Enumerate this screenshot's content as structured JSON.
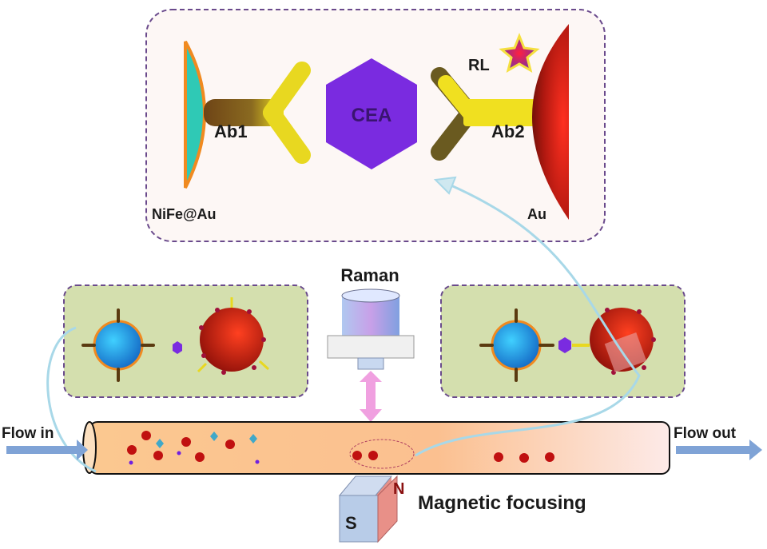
{
  "labels": {
    "nife_au": "NiFe@Au",
    "ab1": "Ab1",
    "cea": "CEA",
    "ab2": "Ab2",
    "rl": "RL",
    "au": "Au",
    "raman": "Raman",
    "flow_in": "Flow in",
    "flow_out": "Flow out",
    "magnetic_focusing": "Magnetic focusing",
    "north_pole": "N",
    "south_pole": "S"
  },
  "colors": {
    "box_border": "#6a4a8c",
    "box_fill_top": "#fdf7f5",
    "box_fill_mid": "#d4dfae",
    "cea": "#7a2be0",
    "nife_core": "#2fc9b5",
    "gold_particle": "#c8201a",
    "antibody_yellow": "#f0e020",
    "antibody_brown": "#6e4416",
    "tube_fill": "#fbc890",
    "flow_arrow": "#7fa3d6",
    "raman_beam": "#f0a0e0",
    "magnet_s": "#b8cce8",
    "magnet_n": "#e89088"
  }
}
